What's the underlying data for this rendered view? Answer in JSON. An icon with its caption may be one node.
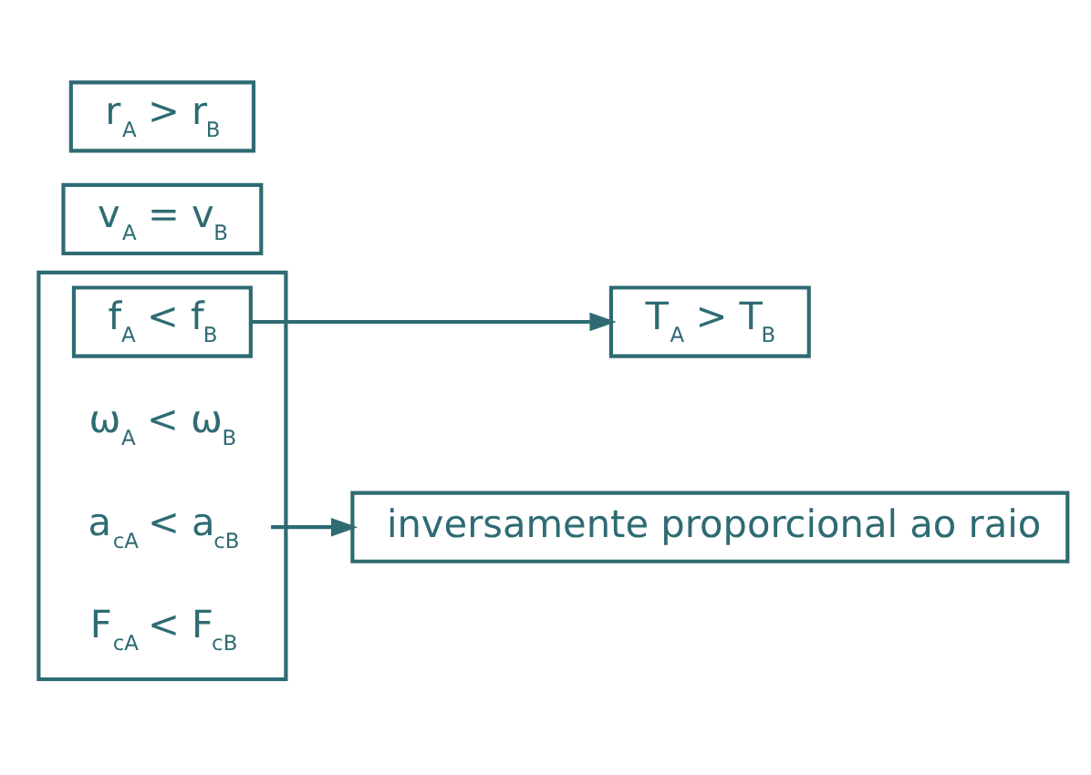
{
  "diagram": {
    "nodes": [
      {
        "text": [
          "r$_{A}$ > r$_{B}$"
        ]
      },
      {
        "text": [
          "v$_{A}$ = v$_{B}$"
        ]
      },
      {
        "text": [],
        "shape": "box"
      },
      {
        "text": [
          "f$_{A}$ < f$_{B}$"
        ],
        "in": 2
      },
      {
        "text": [
          "ω$_{A}$ < ω$_{B}$"
        ],
        "in": 2
      },
      {
        "text": [
          "a$_{cA}$ < a$_{cB}$"
        ],
        "in": 2
      },
      {
        "text": [
          "F$_{cA}$ < F$_{cB}$"
        ],
        "in": 2
      },
      {
        "text": [
          "T$_{A}$ > T$_{B}$"
        ]
      },
      {
        "text": [
          "inversamente proporcional ao raio"
        ]
      }
    ],
    "edges": [
      {
        "from": 3,
        "to": 7,
        "arrow": "to"
      },
      {
        "from": 5,
        "to": 8,
        "arrow": "to"
      }
    ]
  }
}
